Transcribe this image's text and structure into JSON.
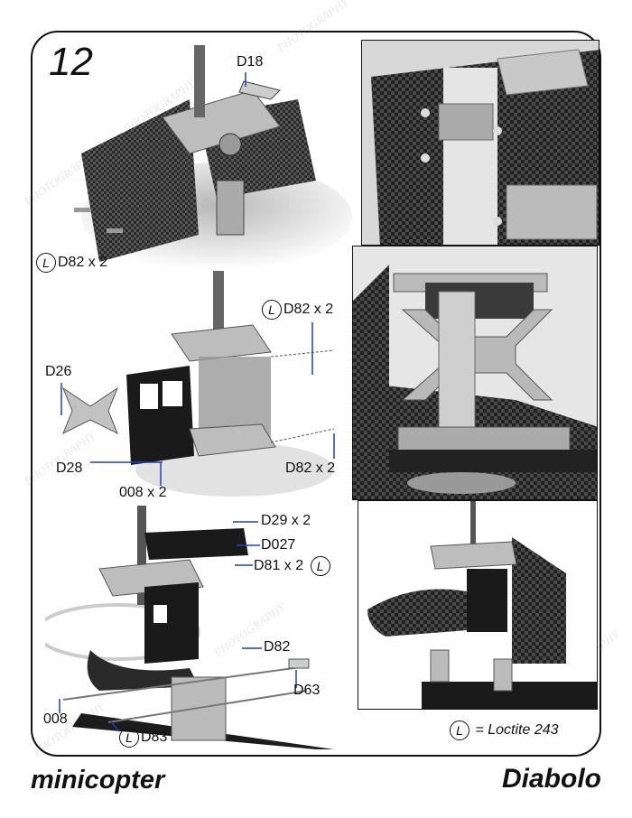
{
  "step": {
    "number": "12"
  },
  "labels": {
    "d18": "D18",
    "d82_top": "D82 x 2",
    "d82_mid": "D82 x 2",
    "d26": "D26",
    "d28": "D28",
    "o008_mid": "008 x 2",
    "d82_right": "D82 x 2",
    "d29": "D29 x 2",
    "d027": "D027",
    "d81": "D81 x 2",
    "d82_low": "D82",
    "d63": "D63",
    "o008_low": "008",
    "d83": "D83"
  },
  "loctite_symbol": "L",
  "legend": {
    "symbol": "L",
    "text": "= Loctite 243"
  },
  "footer": {
    "left": "minicopter",
    "right": "Diabolo"
  },
  "watermark": "PHOTOGRAPHY",
  "colors": {
    "carbon": "#2a2a2a",
    "aluminium": "#bdbdbd",
    "leader": "#1f3fbf"
  }
}
